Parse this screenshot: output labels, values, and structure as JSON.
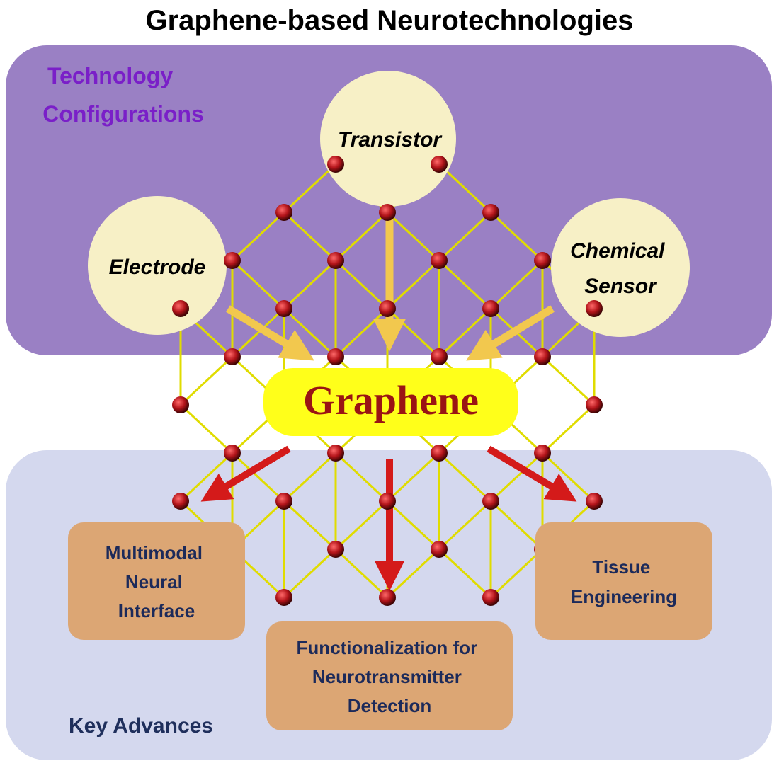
{
  "title": "Graphene-based Neurotechnologies",
  "top_panel": {
    "label_line1": "Technology",
    "label_line2": "Configurations"
  },
  "bottom_panel": {
    "label": "Key Advances"
  },
  "configurations": {
    "transistor": "Transistor",
    "electrode": "Electrode",
    "chemical_sensor_line1": "Chemical",
    "chemical_sensor_line2": "Sensor"
  },
  "center": {
    "label": "Graphene"
  },
  "advances": {
    "multimodal_line1": "Multimodal",
    "multimodal_line2": "Neural",
    "multimodal_line3": "Interface",
    "tissue_line1": "Tissue",
    "tissue_line2": "Engineering",
    "functionalization_line1": "Functionalization for",
    "functionalization_line2": "Neurotransmitter",
    "functionalization_line3": "Detection"
  },
  "colors": {
    "top_panel": "#9a80c4",
    "top_label": "#7a1fc8",
    "bottom_panel": "#d4d8ee",
    "bottom_label": "#1f2f5c",
    "circle_fill": "#f7f0c6",
    "box_fill": "#dca674",
    "box_text": "#1c2a5a",
    "center_fill": "#ffff1a",
    "center_text": "#9a1414",
    "bond": "#e0dc00",
    "atom": "#b3141a",
    "yellow_arrow": "#f2c84e",
    "red_arrow": "#d41a1a"
  }
}
